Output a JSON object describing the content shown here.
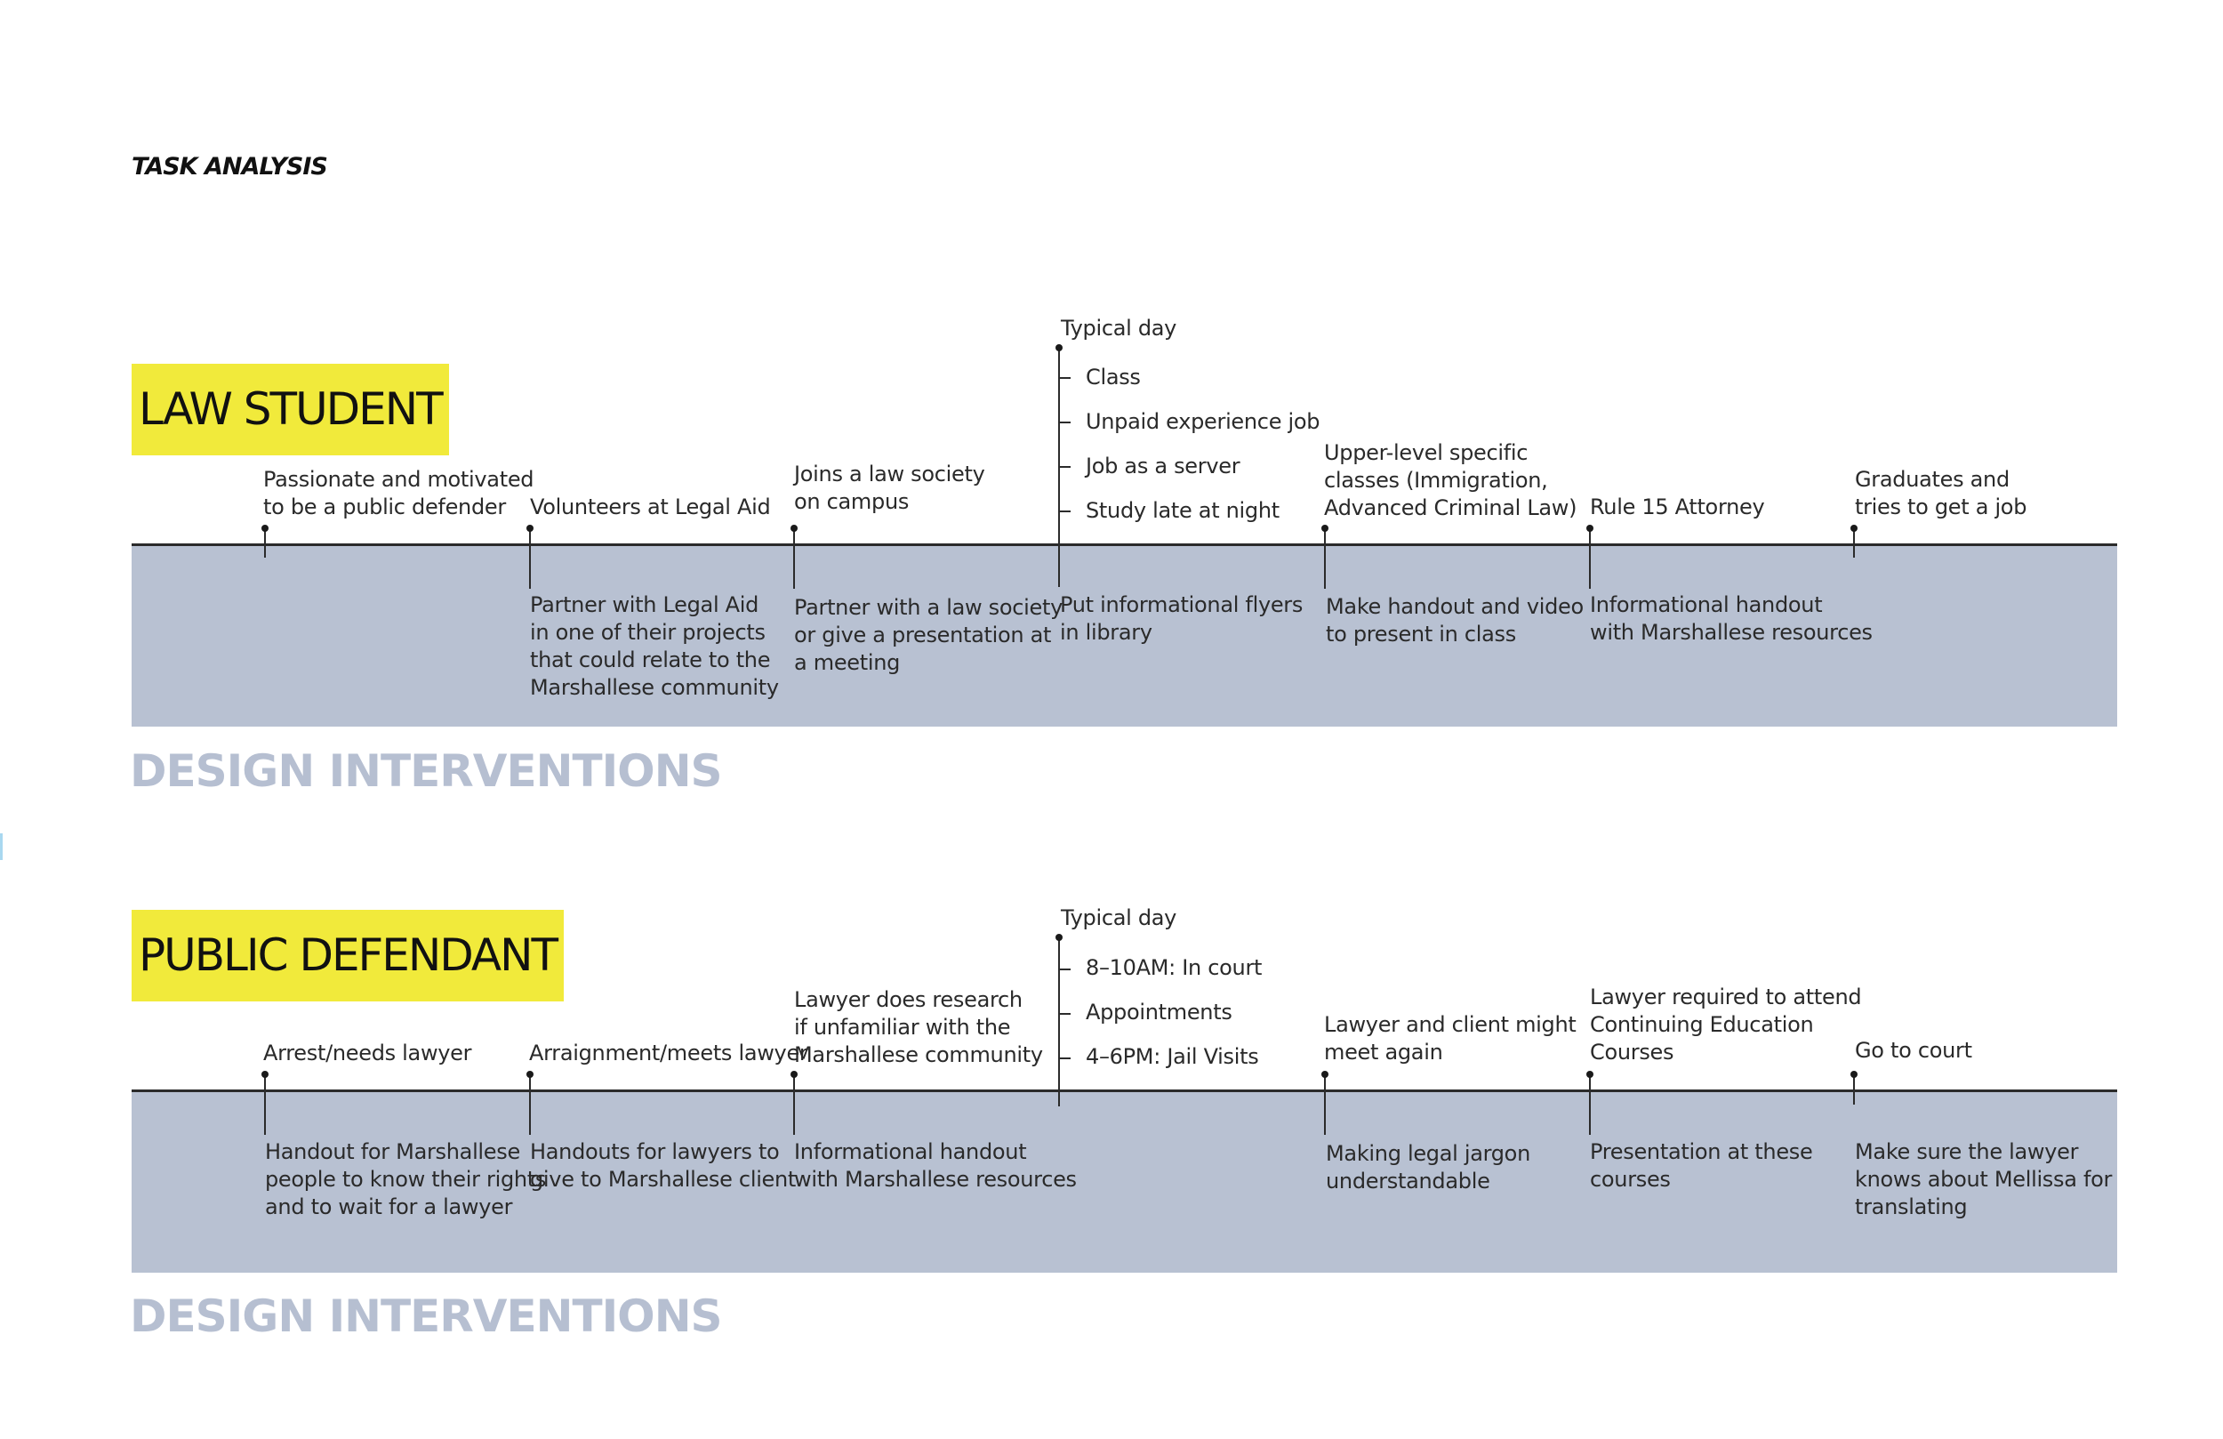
{
  "title": "TASK ANALYSIS",
  "sections": [
    {
      "persona": "LAW STUDENT",
      "interventions_label": "DESIGN INTERVENTIONS",
      "tasks": [
        "Passionate and motivated\nto be a public defender",
        "Volunteers at Legal Aid",
        "Joins a law society\non campus",
        "Typical day",
        "Upper-level specific\nclasses (Immigration,\nAdvanced Criminal Law)",
        "Rule 15 Attorney",
        "Graduates and\ntries to get a job"
      ],
      "typical_day": [
        "Class",
        "Unpaid experience job",
        "Job as a server",
        "Study late at night"
      ],
      "interventions": [
        "Partner with Legal Aid\nin one of their projects\nthat could relate to the\nMarshallese community",
        "Partner with a law society\nor give a presentation at\na meeting",
        "Put informational flyers\nin library",
        "Make handout and video\nto present in class",
        "Informational handout\nwith Marshallese resources"
      ]
    },
    {
      "persona": "PUBLIC DEFENDANT",
      "interventions_label": "DESIGN INTERVENTIONS",
      "tasks": [
        "Arrest/needs lawyer",
        "Arraignment/meets lawyer",
        "Lawyer does research\nif unfamiliar with the\nMarshallese community",
        "Typical day",
        "Lawyer and client might\nmeet again",
        "Lawyer required to attend\nContinuing Education\nCourses",
        "Go to court"
      ],
      "typical_day": [
        "8–10AM: In court",
        "Appointments",
        "4–6PM: Jail Visits"
      ],
      "interventions": [
        "Handout for Marshallese\npeople to know their rights\nand to wait for a lawyer",
        "Handouts for lawyers to\ngive to Marshallese client",
        "Informational handout\nwith Marshallese resources",
        "Making legal jargon\nunderstandable",
        "Presentation at these\ncourses",
        "Make sure the lawyer\nknows about Mellissa for\ntranslating"
      ]
    }
  ]
}
